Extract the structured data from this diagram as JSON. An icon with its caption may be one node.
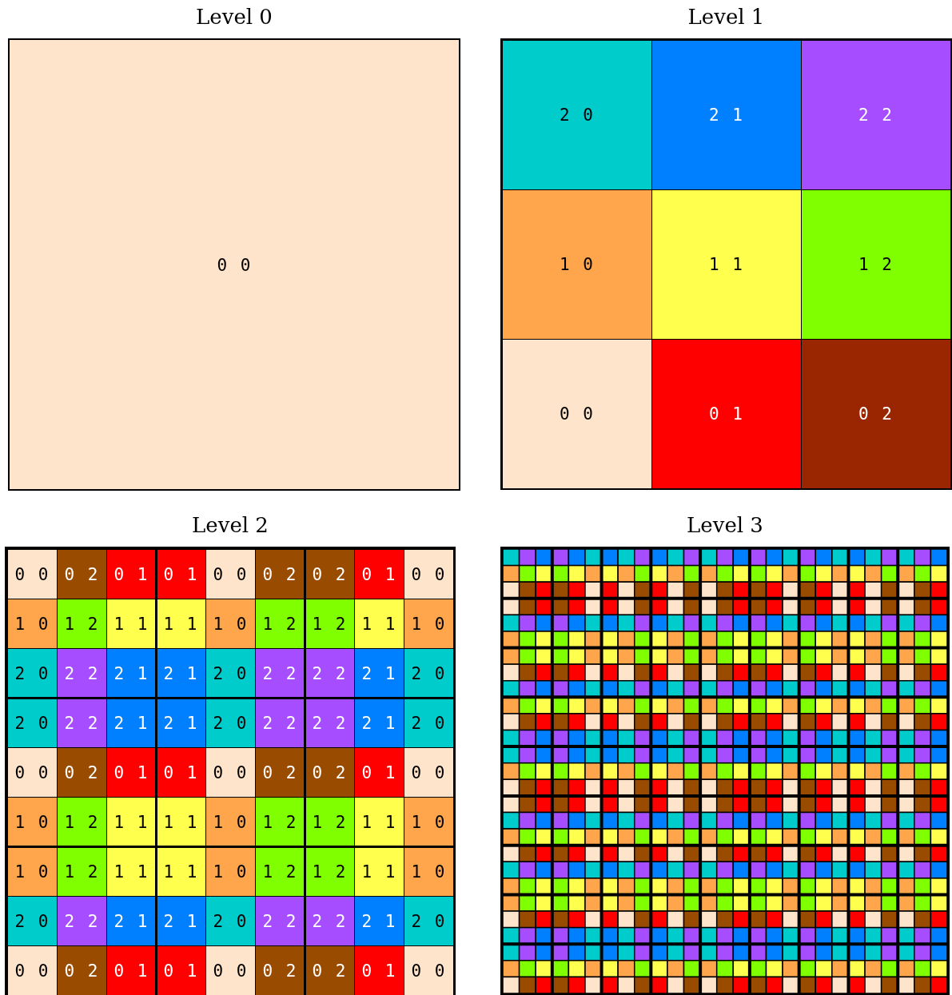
{
  "diagram": {
    "nodes": [
      {
        "text": [
          "Level 0"
        ]
      },
      {
        "text": [
          "0 0"
        ],
        "in": 0
      },
      {
        "text": [
          "Level 1"
        ]
      },
      {
        "text": [
          "2 0"
        ],
        "in": 2
      },
      {
        "text": [
          "2 1"
        ],
        "in": 2
      },
      {
        "text": [
          "2 2"
        ],
        "in": 2
      },
      {
        "text": [
          "1 0"
        ],
        "in": 2
      },
      {
        "text": [
          "1 1"
        ],
        "in": 2
      },
      {
        "text": [
          "1 2"
        ],
        "in": 2
      },
      {
        "text": [
          "0 0"
        ],
        "in": 2
      },
      {
        "text": [
          "0 1"
        ],
        "in": 2
      },
      {
        "text": [
          "0 2"
        ],
        "in": 2
      },
      {
        "text": [
          "Level 2"
        ]
      },
      {
        "text": [
          "0 0"
        ],
        "in": 12
      },
      {
        "text": [
          "0 2"
        ],
        "in": 12
      },
      {
        "text": [
          "0 1"
        ],
        "in": 12
      },
      {
        "text": [
          "0 1"
        ],
        "in": 12
      },
      {
        "text": [
          "0 0"
        ],
        "in": 12
      },
      {
        "text": [
          "0 2"
        ],
        "in": 12
      },
      {
        "text": [
          "0 2"
        ],
        "in": 12
      },
      {
        "text": [
          "0 1"
        ],
        "in": 12
      },
      {
        "text": [
          "0 0"
        ],
        "in": 12
      },
      {
        "text": [
          "1 0"
        ],
        "in": 12
      },
      {
        "text": [
          "1 2"
        ],
        "in": 12
      },
      {
        "text": [
          "1 1"
        ],
        "in": 12
      },
      {
        "text": [
          "1 1"
        ],
        "in": 12
      },
      {
        "text": [
          "1 0"
        ],
        "in": 12
      },
      {
        "text": [
          "1 2"
        ],
        "in": 12
      },
      {
        "text": [
          "1 2"
        ],
        "in": 12
      },
      {
        "text": [
          "1 1"
        ],
        "in": 12
      },
      {
        "text": [
          "1 0"
        ],
        "in": 12
      },
      {
        "text": [
          "2 0"
        ],
        "in": 12
      },
      {
        "text": [
          "2 2"
        ],
        "in": 12
      },
      {
        "text": [
          "2 1"
        ],
        "in": 12
      },
      {
        "text": [
          "2 1"
        ],
        "in": 12
      },
      {
        "text": [
          "2 0"
        ],
        "in": 12
      },
      {
        "text": [
          "2 2"
        ],
        "in": 12
      },
      {
        "text": [
          "2 2"
        ],
        "in": 12
      },
      {
        "text": [
          "2 1"
        ],
        "in": 12
      },
      {
        "text": [
          "2 0"
        ],
        "in": 12
      },
      {
        "text": [
          "2 0"
        ],
        "in": 12
      },
      {
        "text": [
          "2 2"
        ],
        "in": 12
      },
      {
        "text": [
          "2 1"
        ],
        "in": 12
      },
      {
        "text": [
          "2 1"
        ],
        "in": 12
      },
      {
        "text": [
          "2 0"
        ],
        "in": 12
      },
      {
        "text": [
          "2 2"
        ],
        "in": 12
      },
      {
        "text": [
          "2 2"
        ],
        "in": 12
      },
      {
        "text": [
          "2 1"
        ],
        "in": 12
      },
      {
        "text": [
          "2 0"
        ],
        "in": 12
      },
      {
        "text": [
          "0 0"
        ],
        "in": 12
      },
      {
        "text": [
          "0 2"
        ],
        "in": 12
      },
      {
        "text": [
          "0 1"
        ],
        "in": 12
      },
      {
        "text": [
          "0 1"
        ],
        "in": 12
      },
      {
        "text": [
          "0 0"
        ],
        "in": 12
      },
      {
        "text": [
          "0 2"
        ],
        "in": 12
      },
      {
        "text": [
          "0 2"
        ],
        "in": 12
      },
      {
        "text": [
          "0 1"
        ],
        "in": 12
      },
      {
        "text": [
          "0 0"
        ],
        "in": 12
      },
      {
        "text": [
          "1 0"
        ],
        "in": 12
      },
      {
        "text": [
          "1 2"
        ],
        "in": 12
      },
      {
        "text": [
          "1 1"
        ],
        "in": 12
      },
      {
        "text": [
          "1 1"
        ],
        "in": 12
      },
      {
        "text": [
          "1 0"
        ],
        "in": 12
      },
      {
        "text": [
          "1 2"
        ],
        "in": 12
      },
      {
        "text": [
          "1 2"
        ],
        "in": 12
      },
      {
        "text": [
          "1 1"
        ],
        "in": 12
      },
      {
        "text": [
          "1 0"
        ],
        "in": 12
      },
      {
        "text": [
          "1 0"
        ],
        "in": 12
      },
      {
        "text": [
          "1 2"
        ],
        "in": 12
      },
      {
        "text": [
          "1 1"
        ],
        "in": 12
      },
      {
        "text": [
          "1 1"
        ],
        "in": 12
      },
      {
        "text": [
          "1 0"
        ],
        "in": 12
      },
      {
        "text": [
          "1 2"
        ],
        "in": 12
      },
      {
        "text": [
          "1 2"
        ],
        "in": 12
      },
      {
        "text": [
          "1 1"
        ],
        "in": 12
      },
      {
        "text": [
          "1 0"
        ],
        "in": 12
      },
      {
        "text": [
          "2 0"
        ],
        "in": 12
      },
      {
        "text": [
          "2 2"
        ],
        "in": 12
      },
      {
        "text": [
          "2 1"
        ],
        "in": 12
      },
      {
        "text": [
          "2 1"
        ],
        "in": 12
      },
      {
        "text": [
          "2 0"
        ],
        "in": 12
      },
      {
        "text": [
          "2 2"
        ],
        "in": 12
      },
      {
        "text": [
          "2 2"
        ],
        "in": 12
      },
      {
        "text": [
          "2 1"
        ],
        "in": 12
      },
      {
        "text": [
          "2 0"
        ],
        "in": 12
      },
      {
        "text": [
          "0 0"
        ],
        "in": 12
      },
      {
        "text": [
          "0 2"
        ],
        "in": 12
      },
      {
        "text": [
          "0 1"
        ],
        "in": 12
      },
      {
        "text": [
          "0 1"
        ],
        "in": 12
      },
      {
        "text": [
          "0 0"
        ],
        "in": 12
      },
      {
        "text": [
          "0 2"
        ],
        "in": 12
      },
      {
        "text": [
          "0 2"
        ],
        "in": 12
      },
      {
        "text": [
          "0 1"
        ],
        "in": 12
      },
      {
        "text": [
          "0 0"
        ],
        "in": 12
      },
      {
        "text": [
          "Level 3"
        ]
      }
    ],
    "edges": []
  }
}
